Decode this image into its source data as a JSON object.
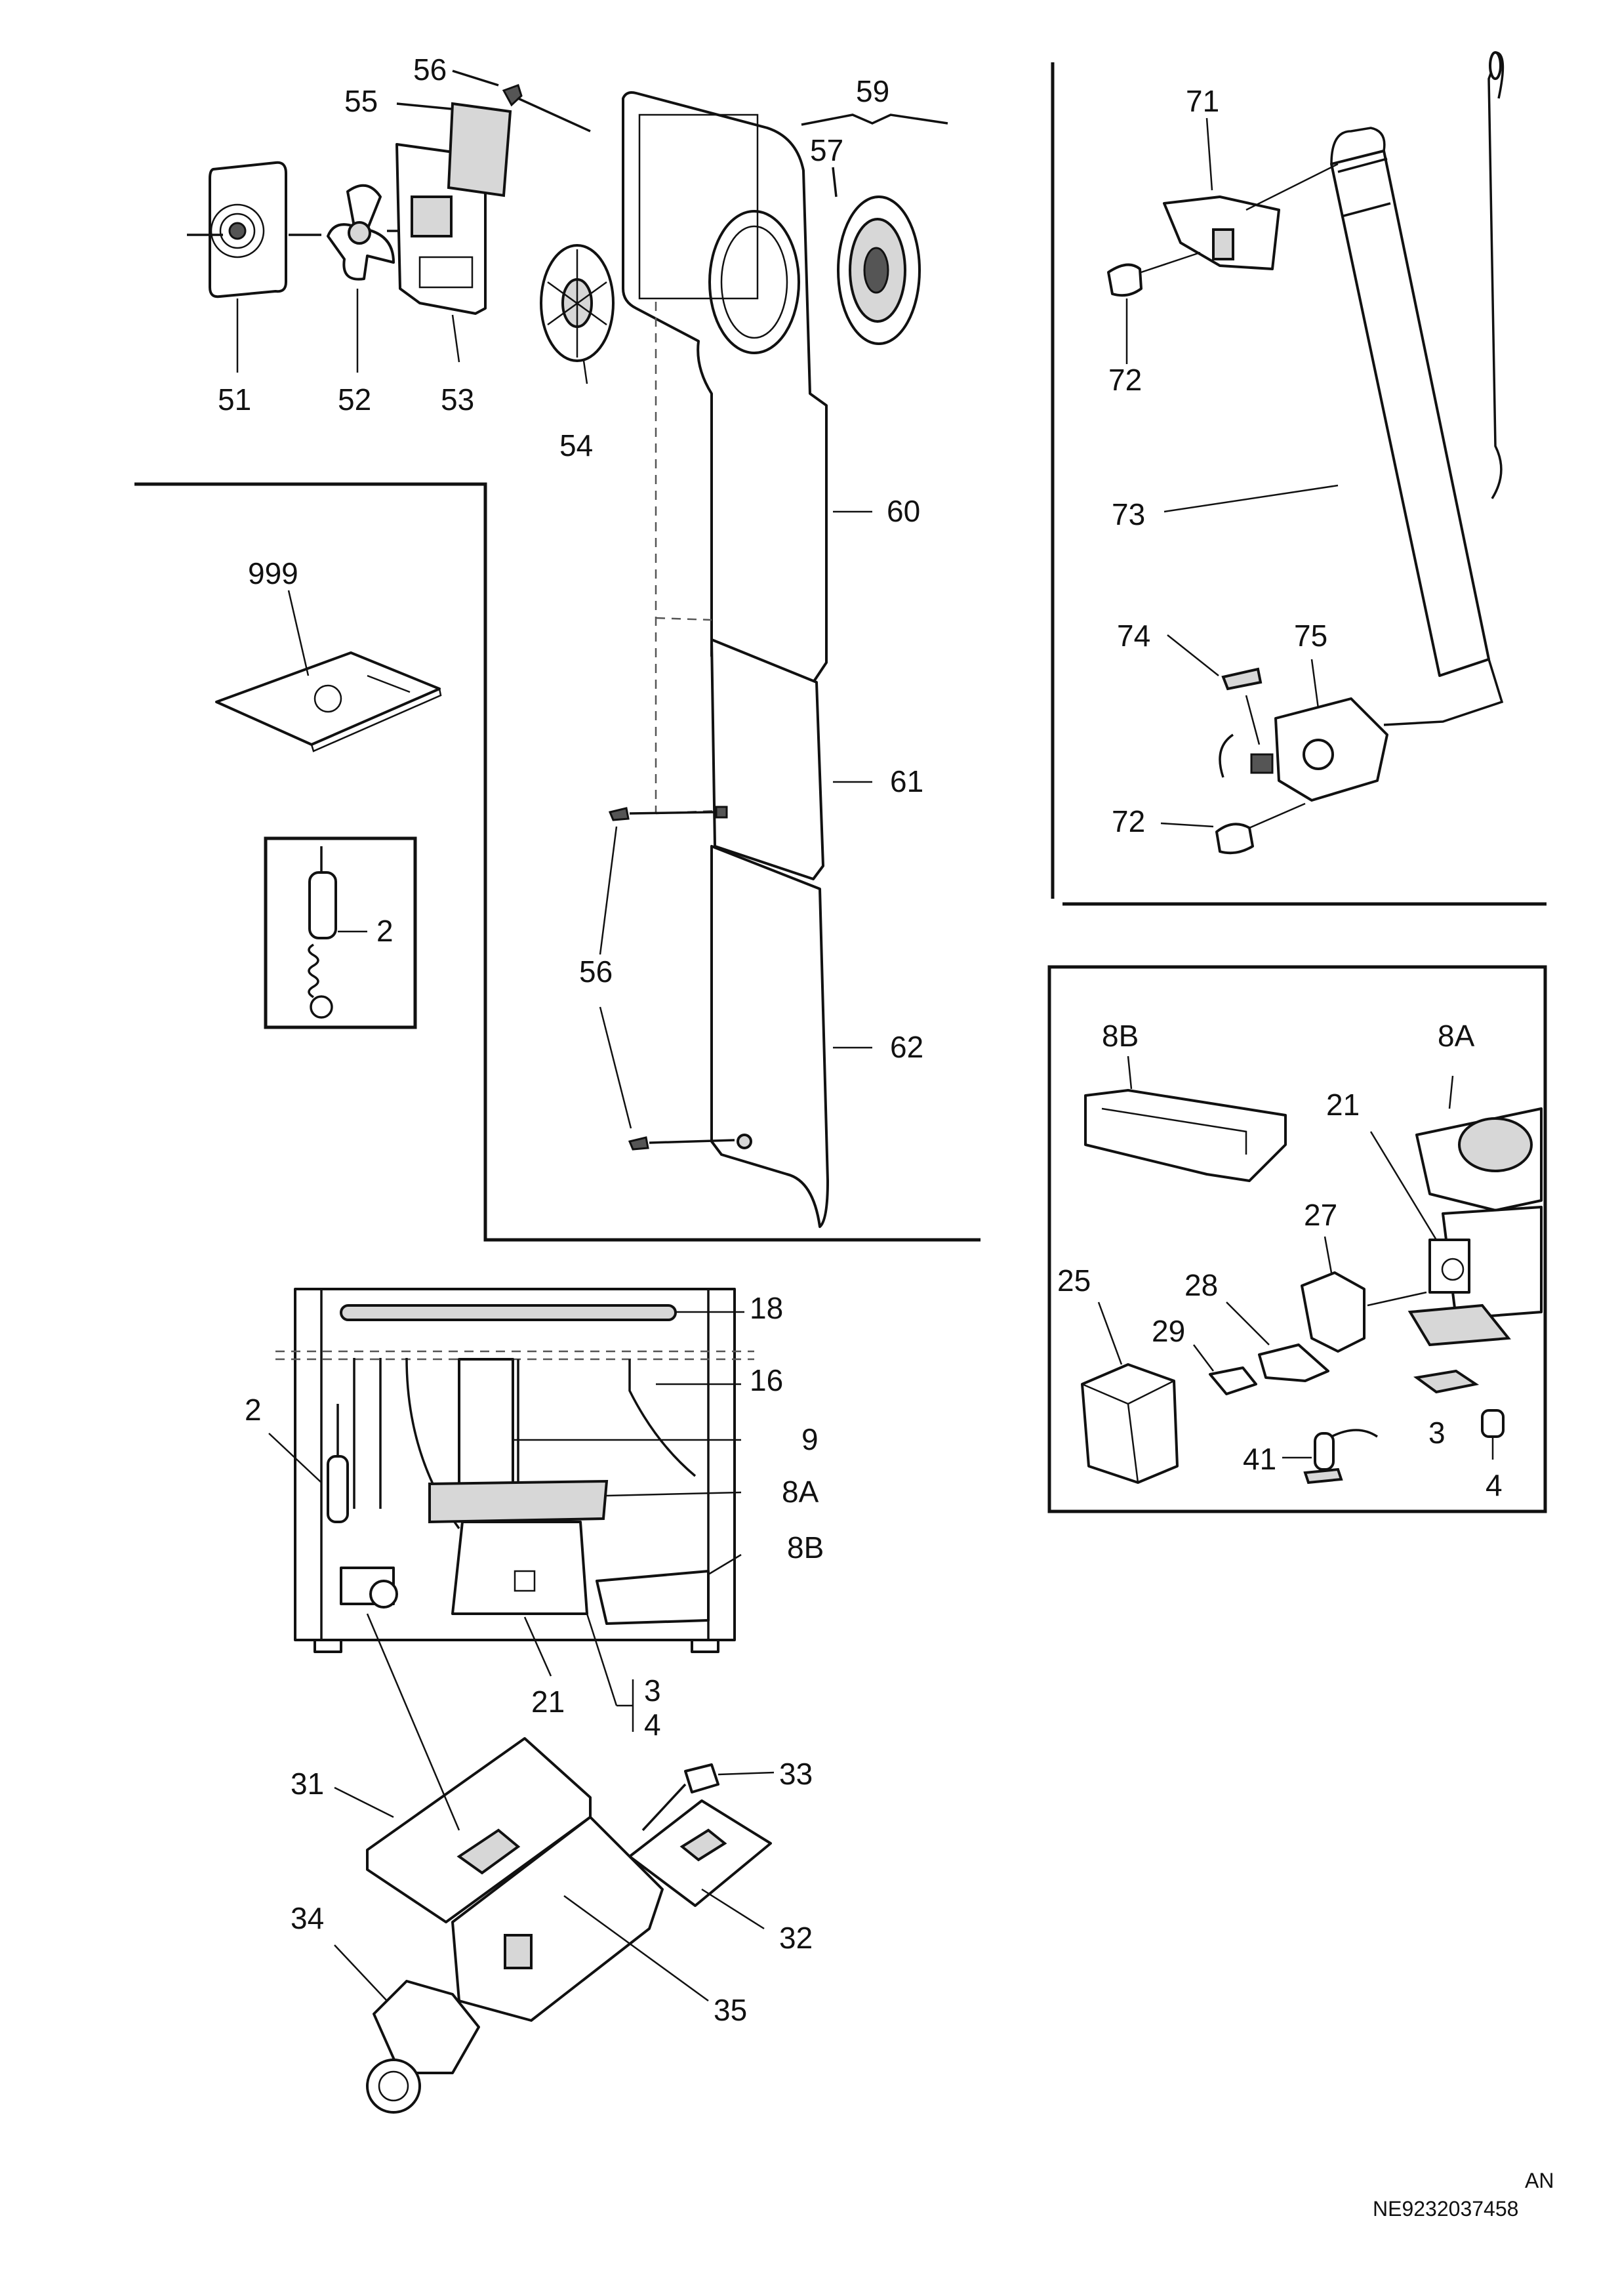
{
  "labels": {
    "l51": "51",
    "l52": "52",
    "l53": "53",
    "l54": "54",
    "l55": "55",
    "l56a": "56",
    "l56b": "56",
    "l57": "57",
    "l59": "59",
    "l60": "60",
    "l61": "61",
    "l62": "62",
    "l71": "71",
    "l72a": "72",
    "l72b": "72",
    "l73": "73",
    "l74": "74",
    "l75": "75",
    "l999": "999",
    "l2box": "2",
    "l8B": "8B",
    "l8A": "8A",
    "l21": "21",
    "l27": "27",
    "l25": "25",
    "l28": "28",
    "l29": "29",
    "l3": "3",
    "l4": "4",
    "l41": "41",
    "l18": "18",
    "l16": "16",
    "l9": "9",
    "l2": "2",
    "l8Ab": "8A",
    "l8Bb": "8B",
    "l21b": "21",
    "l3b": "3",
    "l4b": "4",
    "l31": "31",
    "l33": "33",
    "l32": "32",
    "l34": "34",
    "l35": "35"
  },
  "footer": {
    "region": "AN",
    "drawing_number": "NE9232037458"
  }
}
